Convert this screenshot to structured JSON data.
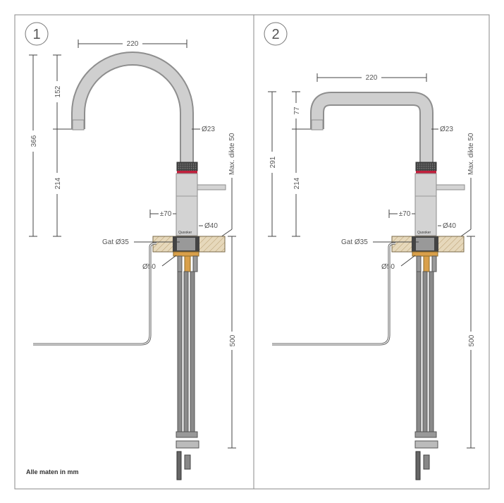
{
  "footer_note": "Alle maten in mm",
  "panels": [
    {
      "number": "1",
      "spout_style": "round",
      "width": "220",
      "total_height": "366",
      "spout_height": "152",
      "body_height": "214",
      "spout_diameter": "Ø23",
      "max_thickness": "Max. dikte 50",
      "offset": "±70",
      "base_diameter": "Ø40",
      "hole": "Gat Ø35",
      "flange": "Ø50",
      "hose_length": "500",
      "brand": "Quooker"
    },
    {
      "number": "2",
      "spout_style": "square",
      "width": "220",
      "total_height": "291",
      "spout_height": "77",
      "body_height": "214",
      "spout_diameter": "Ø23",
      "max_thickness": "Max. dikte 50",
      "offset": "±70",
      "base_diameter": "Ø40",
      "hole": "Gat Ø35",
      "flange": "Ø50",
      "hose_length": "500",
      "brand": "Quooker"
    }
  ],
  "colors": {
    "frame": "#8a8a8a",
    "line": "#444444",
    "tap": "#c9c9c9",
    "tap_edge": "#8e8e8e",
    "wood": "#e0d2b4",
    "brass": "#d9a04a",
    "hose": "#8a8a8a",
    "accent": "#c0203c"
  }
}
